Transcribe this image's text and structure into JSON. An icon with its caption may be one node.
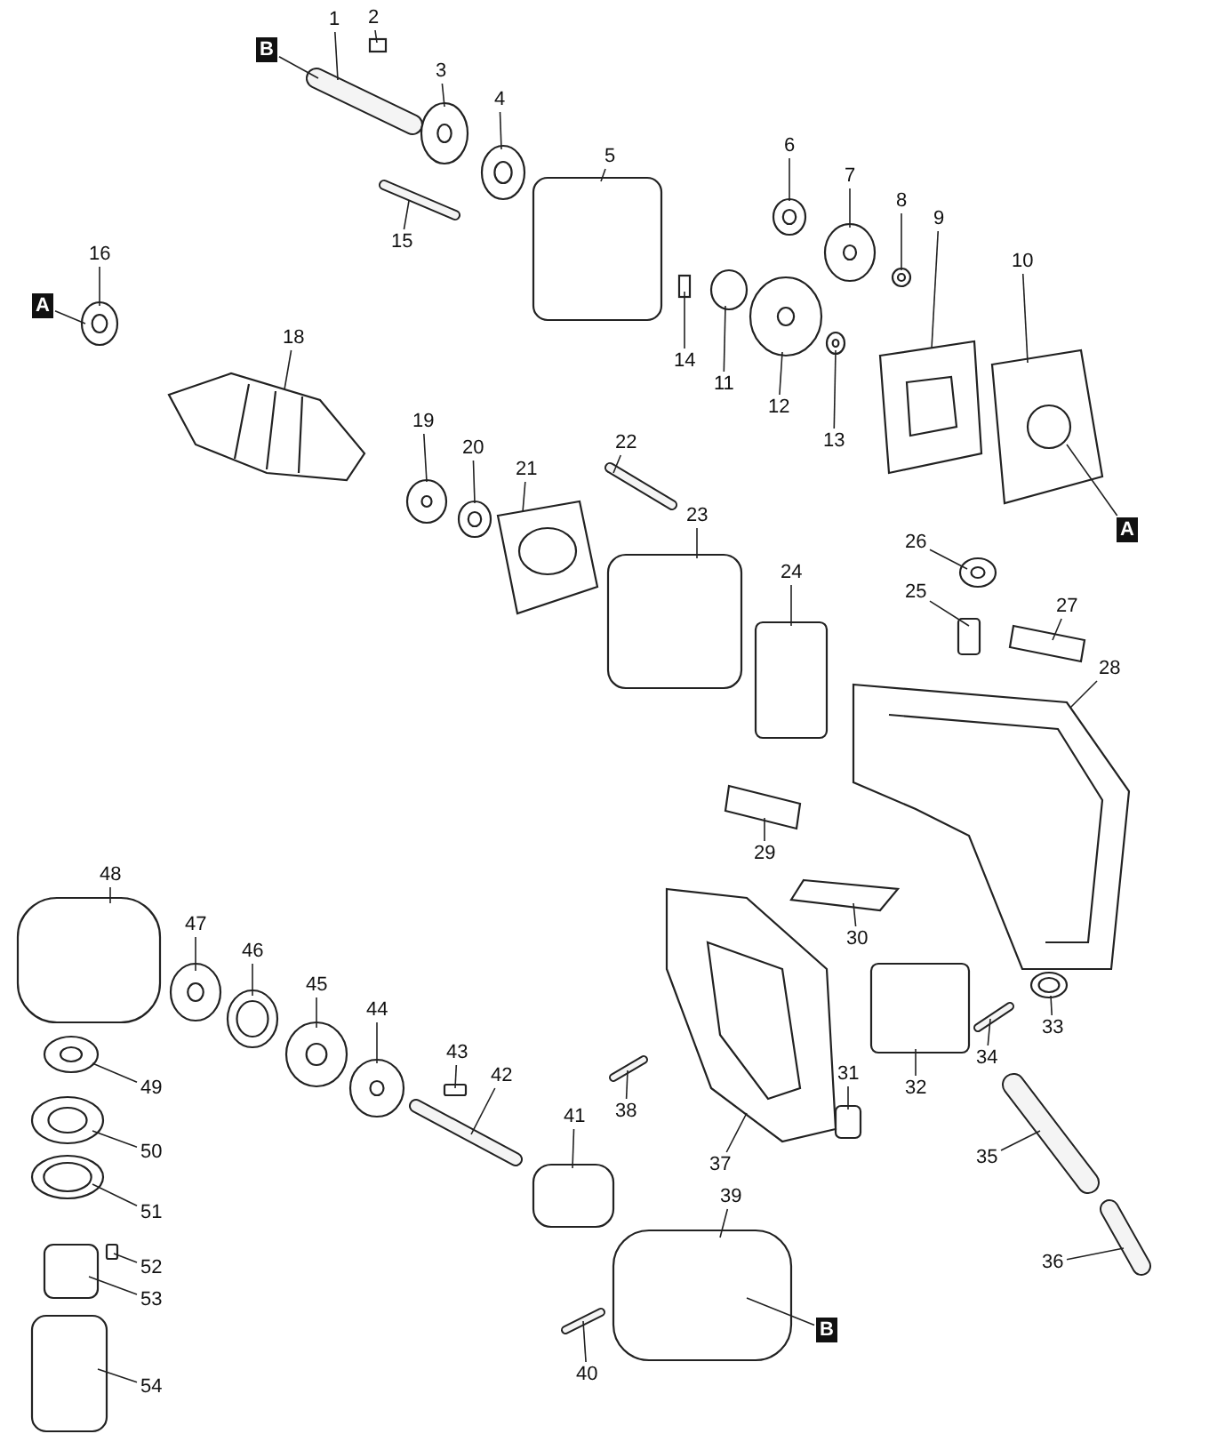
{
  "diagram": {
    "nodes": [
      {
        "text": [
          "1"
        ]
      },
      {
        "text": [
          "2"
        ]
      },
      {
        "text": [
          "3"
        ]
      },
      {
        "text": [
          "4"
        ]
      },
      {
        "text": [
          "5"
        ]
      },
      {
        "text": [
          "6"
        ]
      },
      {
        "text": [
          "7"
        ]
      },
      {
        "text": [
          "8"
        ]
      },
      {
        "text": [
          "9"
        ]
      },
      {
        "text": [
          "10"
        ]
      },
      {
        "text": [
          "11"
        ]
      },
      {
        "text": [
          "12"
        ]
      },
      {
        "text": [
          "13"
        ]
      },
      {
        "text": [
          "14"
        ]
      },
      {
        "text": [
          "15"
        ]
      },
      {
        "text": [
          "16"
        ]
      },
      {
        "text": [
          "18"
        ]
      },
      {
        "text": [
          "19"
        ]
      },
      {
        "text": [
          "20"
        ]
      },
      {
        "text": [
          "21"
        ]
      },
      {
        "text": [
          "22"
        ]
      },
      {
        "text": [
          "23"
        ]
      },
      {
        "text": [
          "24"
        ]
      },
      {
        "text": [
          "25"
        ]
      },
      {
        "text": [
          "26"
        ]
      },
      {
        "text": [
          "27"
        ]
      },
      {
        "text": [
          "28"
        ]
      },
      {
        "text": [
          "29"
        ]
      },
      {
        "text": [
          "30"
        ]
      },
      {
        "text": [
          "31"
        ]
      },
      {
        "text": [
          "32"
        ]
      },
      {
        "text": [
          "33"
        ]
      },
      {
        "text": [
          "34"
        ]
      },
      {
        "text": [
          "35"
        ]
      },
      {
        "text": [
          "36"
        ]
      },
      {
        "text": [
          "37"
        ]
      },
      {
        "text": [
          "38"
        ]
      },
      {
        "text": [
          "39"
        ]
      },
      {
        "text": [
          "40"
        ]
      },
      {
        "text": [
          "41"
        ]
      },
      {
        "text": [
          "42"
        ]
      },
      {
        "text": [
          "43"
        ]
      },
      {
        "text": [
          "44"
        ]
      },
      {
        "text": [
          "45"
        ]
      },
      {
        "text": [
          "46"
        ]
      },
      {
        "text": [
          "47"
        ]
      },
      {
        "text": [
          "48"
        ]
      },
      {
        "text": [
          "49"
        ]
      },
      {
        "text": [
          "50"
        ]
      },
      {
        "text": [
          "51"
        ]
      },
      {
        "text": [
          "52"
        ]
      },
      {
        "text": [
          "53"
        ]
      },
      {
        "text": [
          "54"
        ]
      },
      {
        "text": [
          "B"
        ]
      },
      {
        "text": [
          "A"
        ]
      },
      {
        "text": [
          "A"
        ]
      },
      {
        "text": [
          "B"
        ]
      },
      {
        "text": [],
        "shape": "picture"
      },
      {
        "text": [],
        "shape": "box"
      },
      {
        "text": [],
        "shape": "circle"
      },
      {
        "text": [],
        "shape": "circle"
      },
      {
        "text": [],
        "shape": "box"
      },
      {
        "text": [],
        "shape": "circle"
      },
      {
        "text": [],
        "shape": "circle"
      },
      {
        "text": [],
        "shape": "circle"
      },
      {
        "text": [],
        "shape": "picture"
      },
      {
        "text": [],
        "shape": "picture"
      },
      {
        "text": [],
        "shape": "circle"
      },
      {
        "text": [],
        "shape": "circle"
      },
      {
        "text": [],
        "shape": "circle"
      },
      {
        "text": [],
        "shape": "box"
      },
      {
        "text": [],
        "shape": "picture"
      },
      {
        "text": [],
        "shape": "circle"
      },
      {
        "text": [],
        "shape": "picture"
      },
      {
        "text": [],
        "shape": "circle"
      },
      {
        "text": [],
        "shape": "circle"
      },
      {
        "text": [],
        "shape": "picture"
      },
      {
        "text": [],
        "shape": "picture"
      },
      {
        "text": [],
        "shape": "box"
      },
      {
        "text": [],
        "shape": "box"
      },
      {
        "text": [],
        "shape": "box"
      },
      {
        "text": [],
        "shape": "circle"
      },
      {
        "text": [],
        "shape": "box"
      },
      {
        "text": [],
        "shape": "picture"
      },
      {
        "text": [],
        "shape": "box"
      },
      {
        "text": [],
        "shape": "box"
      },
      {
        "text": [],
        "shape": "box"
      },
      {
        "text": [],
        "shape": "box"
      },
      {
        "text": [],
        "shape": "circle"
      },
      {
        "text": [],
        "shape": "picture"
      },
      {
        "text": [],
        "shape": "picture"
      },
      {
        "text": [],
        "shape": "picture"
      },
      {
        "text": [],
        "shape": "picture"
      },
      {
        "text": [],
        "shape": "picture"
      },
      {
        "text": [],
        "shape": "box"
      },
      {
        "text": [],
        "shape": "picture"
      },
      {
        "text": [],
        "shape": "box"
      },
      {
        "text": [],
        "shape": "picture"
      },
      {
        "text": [],
        "shape": "box"
      },
      {
        "text": [],
        "shape": "circle"
      },
      {
        "text": [],
        "shape": "circle"
      },
      {
        "text": [],
        "shape": "circle"
      },
      {
        "text": [],
        "shape": "circle"
      },
      {
        "text": [],
        "shape": "box"
      },
      {
        "text": [],
        "shape": "circle"
      },
      {
        "text": [],
        "shape": "circle"
      },
      {
        "text": [],
        "shape": "circle"
      },
      {
        "text": [],
        "shape": "box"
      },
      {
        "text": [],
        "shape": "box"
      },
      {
        "text": [],
        "shape": "box"
      }
    ],
    "edges": [
      {
        "from": 0,
        "to": 57,
        "arrow": "none"
      },
      {
        "from": 1,
        "to": 58,
        "arrow": "none"
      },
      {
        "from": 2,
        "to": 59,
        "arrow": "none"
      },
      {
        "from": 3,
        "to": 60,
        "arrow": "none"
      },
      {
        "from": 4,
        "to": 61,
        "arrow": "none"
      },
      {
        "from": 5,
        "to": 62,
        "arrow": "none"
      },
      {
        "from": 6,
        "to": 63,
        "arrow": "none"
      },
      {
        "from": 7,
        "to": 64,
        "arrow": "none"
      },
      {
        "from": 8,
        "to": 65,
        "arrow": "none"
      },
      {
        "from": 9,
        "to": 66,
        "arrow": "none"
      },
      {
        "from": 10,
        "to": 67,
        "arrow": "none"
      },
      {
        "from": 11,
        "to": 68,
        "arrow": "none"
      },
      {
        "from": 12,
        "to": 69,
        "arrow": "none"
      },
      {
        "from": 13,
        "to": 70,
        "arrow": "none"
      },
      {
        "from": 14,
        "to": 71,
        "arrow": "none"
      },
      {
        "from": 15,
        "to": 72,
        "arrow": "none"
      },
      {
        "from": 16,
        "to": 73,
        "arrow": "none"
      },
      {
        "from": 17,
        "to": 74,
        "arrow": "none"
      },
      {
        "from": 18,
        "to": 75,
        "arrow": "none"
      },
      {
        "from": 19,
        "to": 76,
        "arrow": "none"
      },
      {
        "from": 20,
        "to": 77,
        "arrow": "none"
      },
      {
        "from": 21,
        "to": 78,
        "arrow": "none"
      },
      {
        "from": 22,
        "to": 79,
        "arrow": "none"
      },
      {
        "from": 23,
        "to": 80,
        "arrow": "none"
      },
      {
        "from": 24,
        "to": 81,
        "arrow": "none"
      },
      {
        "from": 25,
        "to": 82,
        "arrow": "none"
      },
      {
        "from": 26,
        "to": 83,
        "arrow": "none"
      },
      {
        "from": 27,
        "to": 84,
        "arrow": "none"
      },
      {
        "from": 28,
        "to": 85,
        "arrow": "none"
      },
      {
        "from": 29,
        "to": 86,
        "arrow": "none"
      },
      {
        "from": 30,
        "to": 87,
        "arrow": "none"
      },
      {
        "from": 31,
        "to": 88,
        "arrow": "none"
      },
      {
        "from": 32,
        "to": 89,
        "arrow": "none"
      },
      {
        "from": 33,
        "to": 90,
        "arrow": "none"
      },
      {
        "from": 34,
        "to": 91,
        "arrow": "none"
      },
      {
        "from": 35,
        "to": 92,
        "arrow": "none"
      },
      {
        "from": 36,
        "to": 93,
        "arrow": "none"
      },
      {
        "from": 37,
        "to": 94,
        "arrow": "none"
      },
      {
        "from": 38,
        "to": 95,
        "arrow": "none"
      },
      {
        "from": 39,
        "to": 96,
        "arrow": "none"
      },
      {
        "from": 40,
        "to": 97,
        "arrow": "none"
      },
      {
        "from": 41,
        "to": 98,
        "arrow": "none"
      },
      {
        "from": 42,
        "to": 99,
        "arrow": "none"
      },
      {
        "from": 43,
        "to": 100,
        "arrow": "none"
      },
      {
        "from": 44,
        "to": 101,
        "arrow": "none"
      },
      {
        "from": 45,
        "to": 102,
        "arrow": "none"
      },
      {
        "from": 46,
        "to": 103,
        "arrow": "none"
      },
      {
        "from": 47,
        "to": 104,
        "arrow": "none"
      },
      {
        "from": 48,
        "to": 105,
        "arrow": "none"
      },
      {
        "from": 49,
        "to": 106,
        "arrow": "none"
      },
      {
        "from": 50,
        "to": 107,
        "arrow": "none"
      },
      {
        "from": 51,
        "to": 108,
        "arrow": "none"
      },
      {
        "from": 52,
        "to": 109,
        "arrow": "none"
      },
      {
        "from": 53,
        "to": 57,
        "arrow": "none"
      },
      {
        "from": 54,
        "to": 72,
        "arrow": "none"
      },
      {
        "from": 55,
        "to": 66,
        "arrow": "none"
      },
      {
        "from": 56,
        "to": 94,
        "arrow": "none"
      }
    ]
  }
}
